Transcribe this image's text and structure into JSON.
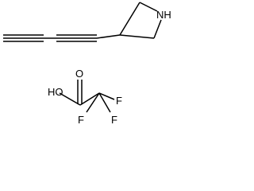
{
  "structures": {
    "azetidine_compound": {
      "atoms": {
        "nh": "NH"
      }
    },
    "tfa": {
      "atoms": {
        "ho": "HO",
        "o": "O",
        "f_right": "F",
        "f_bottom_left": "F",
        "f_bottom_right": "F"
      }
    }
  }
}
